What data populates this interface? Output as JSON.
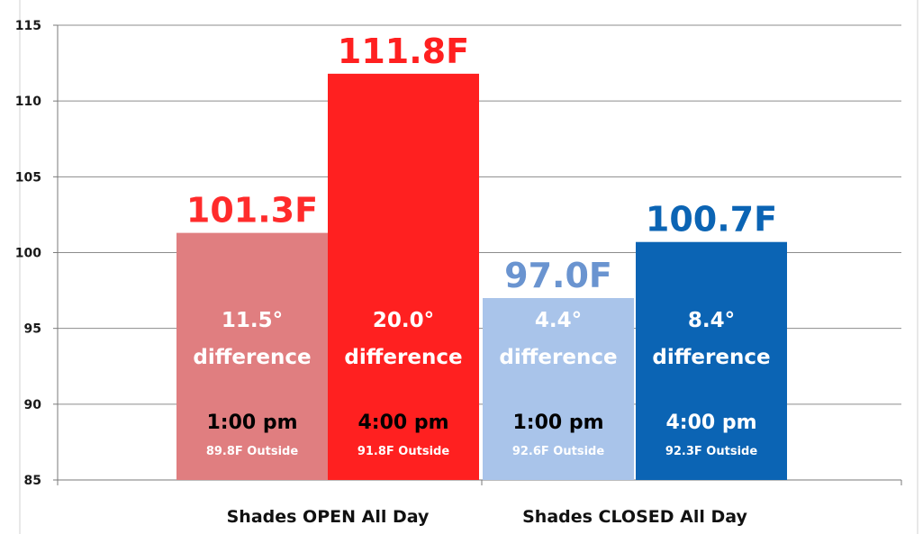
{
  "chart_data": {
    "type": "bar",
    "title": "",
    "xlabel": "",
    "ylabel": "",
    "ylim": [
      85,
      115
    ],
    "yticks": [
      85,
      90,
      95,
      100,
      105,
      110,
      115
    ],
    "grid": true,
    "groups": [
      {
        "label": "Shades OPEN All Day",
        "bars": [
          0,
          1
        ]
      },
      {
        "label": "Shades CLOSED All Day",
        "bars": [
          2,
          3
        ]
      }
    ],
    "bars": [
      {
        "value": 101.3,
        "value_label": "101.3F",
        "diff_line1": "11.5°",
        "diff_line2": "difference",
        "time": "1:00 pm",
        "outside": "89.8F Outside",
        "color": "#e07e80",
        "label_color": "#ff2b2b",
        "time_color": "#000000"
      },
      {
        "value": 111.8,
        "value_label": "111.8F",
        "diff_line1": "20.0°",
        "diff_line2": "difference",
        "time": "4:00 pm",
        "outside": "91.8F Outside",
        "color": "#ff2020",
        "label_color": "#ff2020",
        "time_color": "#000000"
      },
      {
        "value": 97.0,
        "value_label": "97.0F",
        "diff_line1": "4.4°",
        "diff_line2": "difference",
        "time": "1:00 pm",
        "outside": "92.6F Outside",
        "color": "#a9c4ea",
        "label_color": "#6a94d0",
        "time_color": "#000000"
      },
      {
        "value": 100.7,
        "value_label": "100.7F",
        "diff_line1": "8.4°",
        "diff_line2": "difference",
        "time": "4:00 pm",
        "outside": "92.3F Outside",
        "color": "#0b64b4",
        "label_color": "#0b64b4",
        "time_color": "#000000"
      }
    ]
  }
}
